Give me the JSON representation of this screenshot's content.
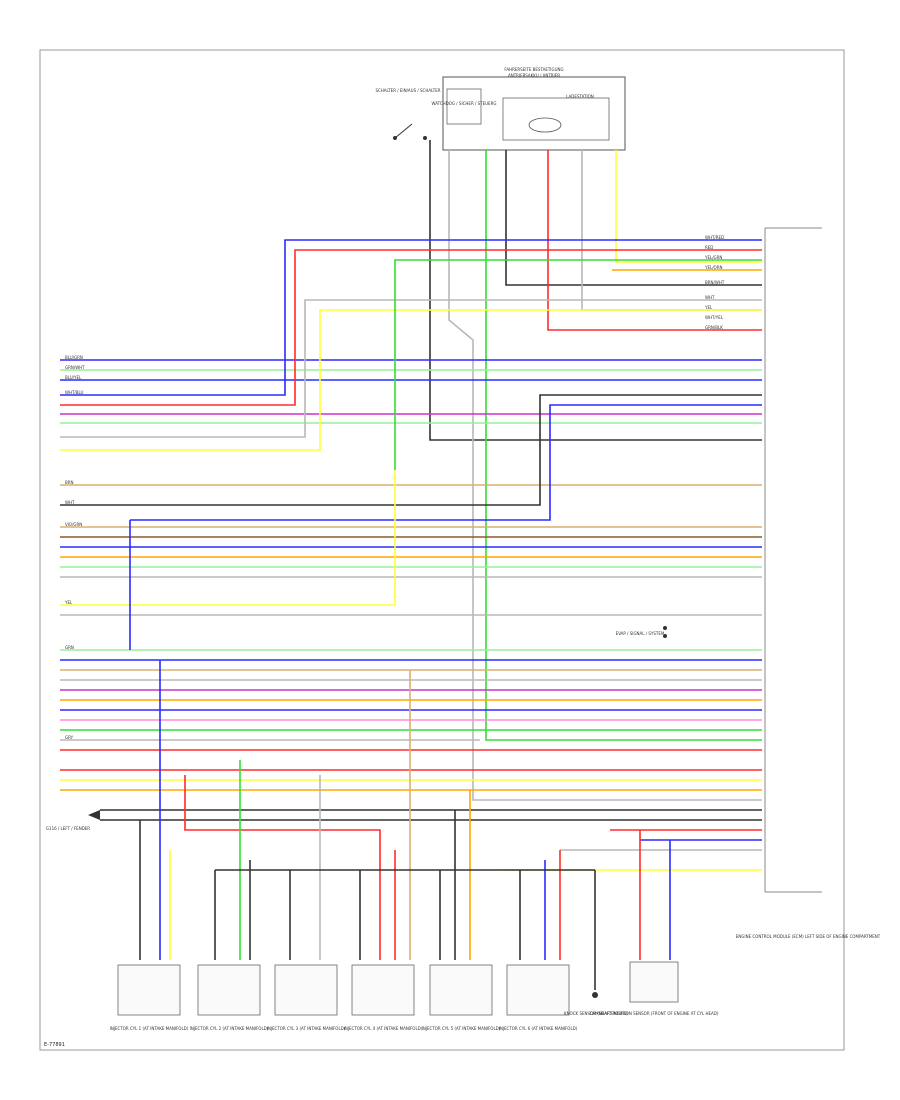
{
  "footer_code": "E-77891",
  "top_module": {
    "title": "FAHRERSEITE BESTAETIGUNG",
    "subtitle": "ANTRIEBSAKKU / ANTRIEB",
    "inner_left": "WATCHDOG / SICHER / STEUERG",
    "inner_right": "LADESTATION"
  },
  "top_switch_label": "SCHALTER / EIN/AUS / SCHALTER",
  "right_module_caption": "ENGINE CONTROL MODULE (ECM) LEFT SIDE OF ENGINE COMPARTMENT",
  "left_ground_label": "G116 / LEFT / FENDER",
  "bottom_captions": [
    "INJECTOR CYL 1 (AT INTAKE MANIFOLD)",
    "INJECTOR CYL 2 (AT INTAKE MANIFOLD)",
    "INJECTOR CYL 3 (AT INTAKE MANIFOLD)",
    "INJECTOR CYL 4 (AT INTAKE MANIFOLD)",
    "INJECTOR CYL 5 (AT INTAKE MANIFOLD)",
    "INJECTOR CYL 6 (AT INTAKE MANIFOLD)",
    "KNOCK SENSOR (NEAR ENGINE)",
    "CAMSHAFT POSITION SENSOR (FRONT OF ENGINE AT CYL HEAD)"
  ],
  "mid_right_label": "EVAP / SIGNAL / SYSTEM",
  "wire_labels": [
    "WHT/RED",
    "RED",
    "YEL/GRN",
    "YEL/ORN",
    "BRN/WHT",
    "WHT",
    "YEL",
    "WHT/YEL",
    "GRN/BLK",
    "BLU/GRN",
    "GRN/WHT",
    "BLU/YEL",
    "WHT/BLU",
    "BRN",
    "VIO/GRN",
    "WHT",
    "GRN",
    "YEL",
    "GRY"
  ],
  "colors": {
    "red": "#ff2b2b",
    "blue": "#2b2bff",
    "green": "#33dd33",
    "yellow": "#ffff33",
    "black": "#333333",
    "grey": "#b8b8b8",
    "orange": "#ffa500",
    "tan": "#d8b070",
    "violet": "#cc33cc",
    "pink": "#ff88dd",
    "brown": "#8b5a2b",
    "lightgreen": "#99ee99",
    "cyan": "#33cccc"
  }
}
